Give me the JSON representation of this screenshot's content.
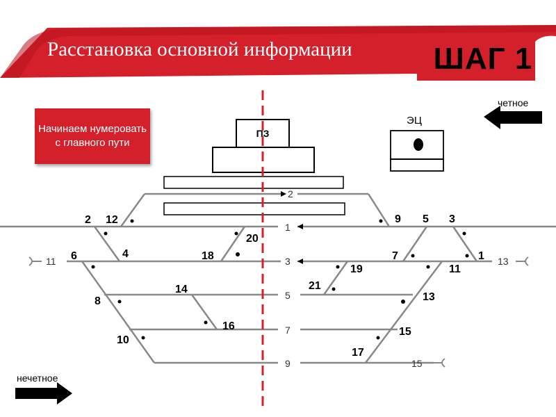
{
  "header": {
    "title": "Расстановка основной информации",
    "step": "ШАГ 1",
    "accent_color": "#d3202a"
  },
  "note": {
    "text": "Начинаем нумеровать с главного пути"
  },
  "directions": {
    "even": "четное",
    "odd": "нечетное"
  },
  "buildings": {
    "pz": "ПЗ",
    "ec": "ЭЦ"
  },
  "track_labels": [
    "2",
    "1",
    "3",
    "5",
    "7",
    "9",
    "11",
    "13",
    "15"
  ],
  "switch_labels": [
    "2",
    "12",
    "4",
    "6",
    "18",
    "20",
    "8",
    "14",
    "16",
    "10",
    "9",
    "5",
    "3",
    "7",
    "1",
    "19",
    "11",
    "21",
    "13",
    "15",
    "17"
  ],
  "icons": {
    "arrow_left": "arrow-left-icon",
    "arrow_right": "arrow-right-icon",
    "buffer_stop": "buffer-stop-icon",
    "signal": "signal-dot-icon"
  }
}
